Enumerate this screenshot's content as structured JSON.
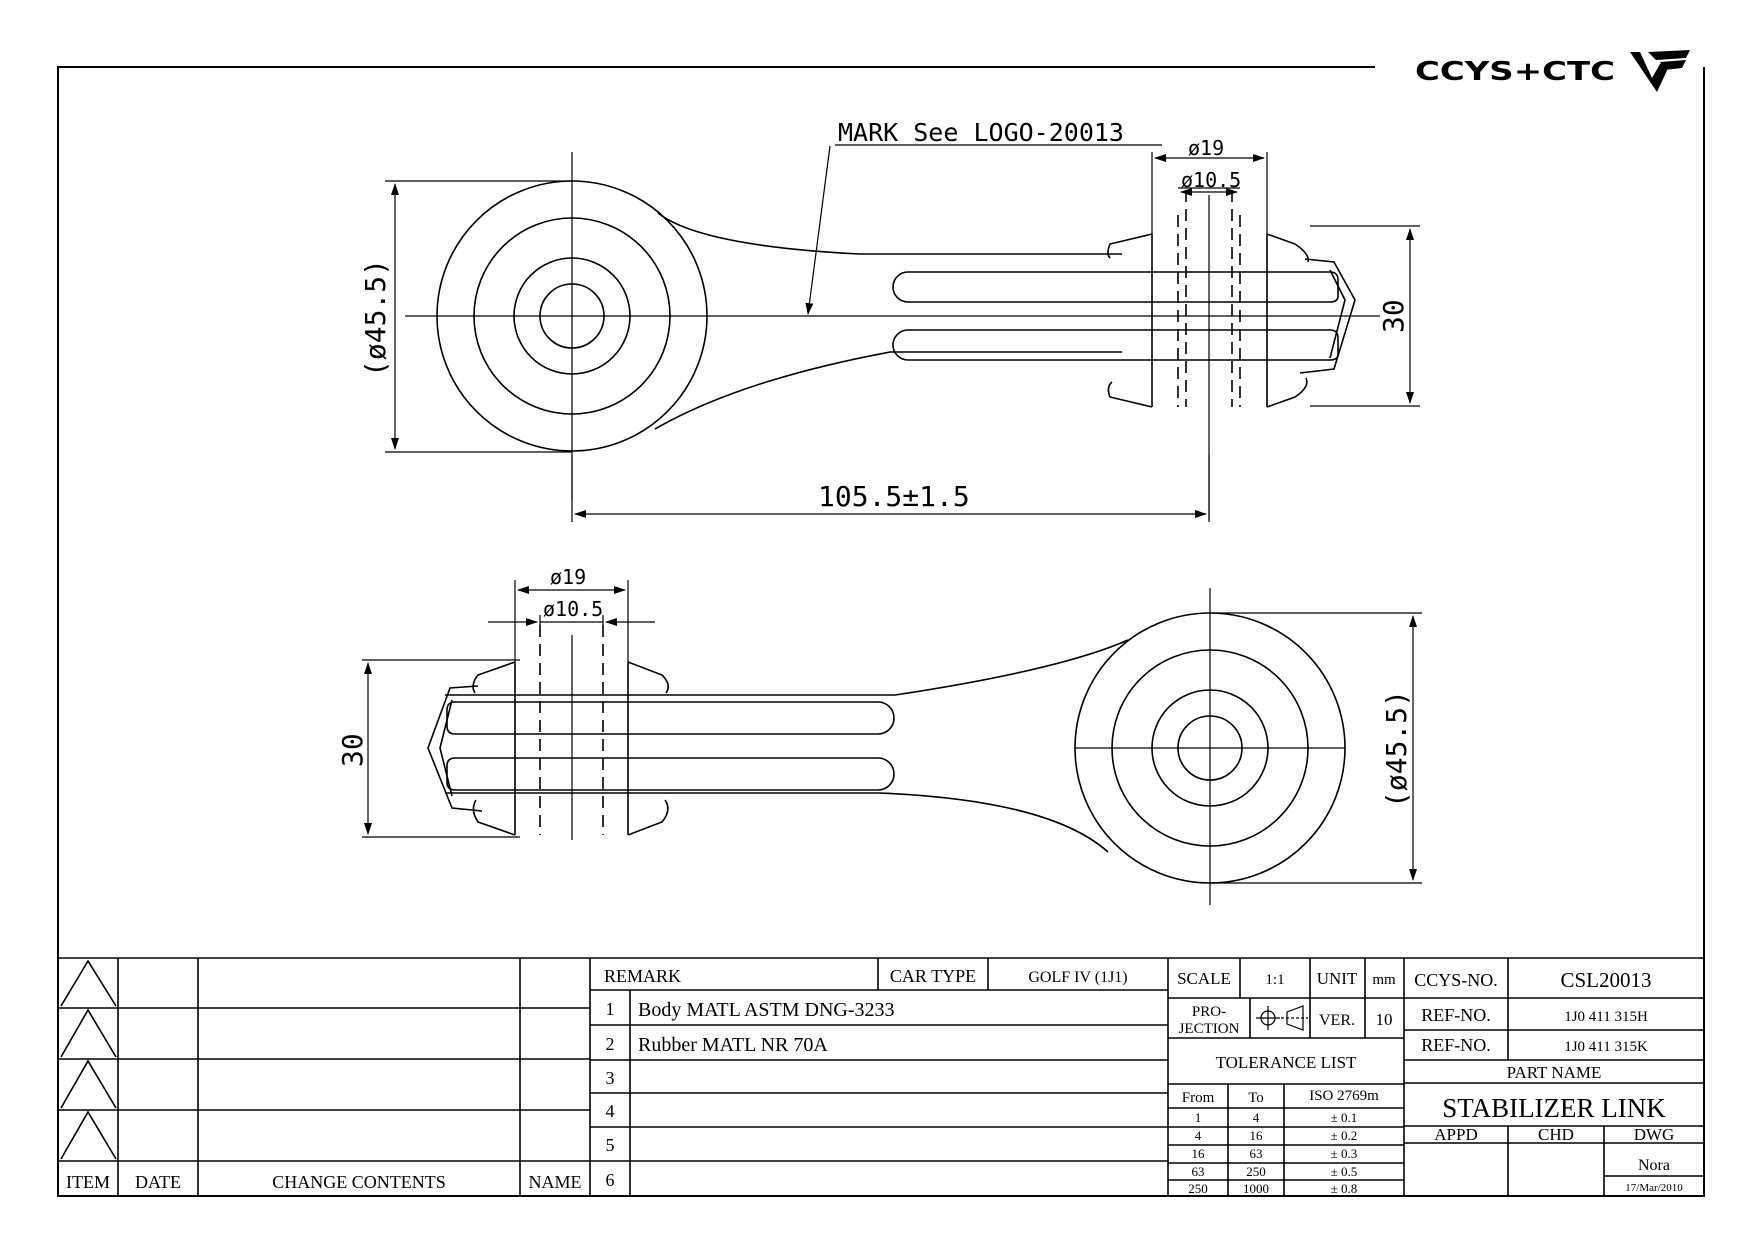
{
  "brand": {
    "name": "CCYS+CTC"
  },
  "drawing": {
    "mark_note": "MARK See LOGO-20013",
    "top_view": {
      "dia_outer": "ø19",
      "dia_inner": "ø10.5",
      "height": "30",
      "eye_dia": "(ø45.5)",
      "length": "105.5±1.5"
    },
    "bottom_view": {
      "dia_outer": "ø19",
      "dia_inner": "ø10.5",
      "height": "30",
      "eye_dia": "(ø45.5)"
    }
  },
  "revision_block": {
    "headers": {
      "item": "ITEM",
      "date": "DATE",
      "change": "CHANGE CONTENTS",
      "name": "NAME"
    }
  },
  "remarks": {
    "title": "REMARK",
    "car_type_label": "CAR TYPE",
    "car_type_value": "GOLF IV (1J1)",
    "rows": [
      {
        "num": "1",
        "text": "Body MATL ASTM DNG-3233"
      },
      {
        "num": "2",
        "text": "Rubber MATL NR 70A"
      },
      {
        "num": "3",
        "text": ""
      },
      {
        "num": "4",
        "text": ""
      },
      {
        "num": "5",
        "text": ""
      },
      {
        "num": "6",
        "text": ""
      }
    ]
  },
  "specs": {
    "scale_label": "SCALE",
    "scale_value": "1:1",
    "unit_label": "UNIT",
    "unit_value": "mm",
    "projection_label_1": "PRO-",
    "projection_label_2": "JECTION",
    "ver_label": "VER.",
    "ver_value": "10",
    "tolerance_title": "TOLERANCE LIST",
    "tolerance_headers": {
      "from": "From",
      "to": "To",
      "std": "ISO 2769m"
    },
    "tolerance_rows": [
      {
        "from": "1",
        "to": "4",
        "tol": "± 0.1"
      },
      {
        "from": "4",
        "to": "16",
        "tol": "± 0.2"
      },
      {
        "from": "16",
        "to": "63",
        "tol": "± 0.3"
      },
      {
        "from": "63",
        "to": "250",
        "tol": "± 0.5"
      },
      {
        "from": "250",
        "to": "1000",
        "tol": "± 0.8"
      }
    ]
  },
  "title_block": {
    "ccys_label": "CCYS-NO.",
    "ccys_value": "CSL20013",
    "ref1_label": "REF-NO.",
    "ref1_value": "1J0 411 315H",
    "ref2_label": "REF-NO.",
    "ref2_value": "1J0 411 315K",
    "part_name_label": "PART NAME",
    "part_name": "STABILIZER LINK",
    "appd": "APPD",
    "chd": "CHD",
    "dwg": "DWG",
    "drawer": "Nora",
    "date": "17/Mar/2010"
  }
}
